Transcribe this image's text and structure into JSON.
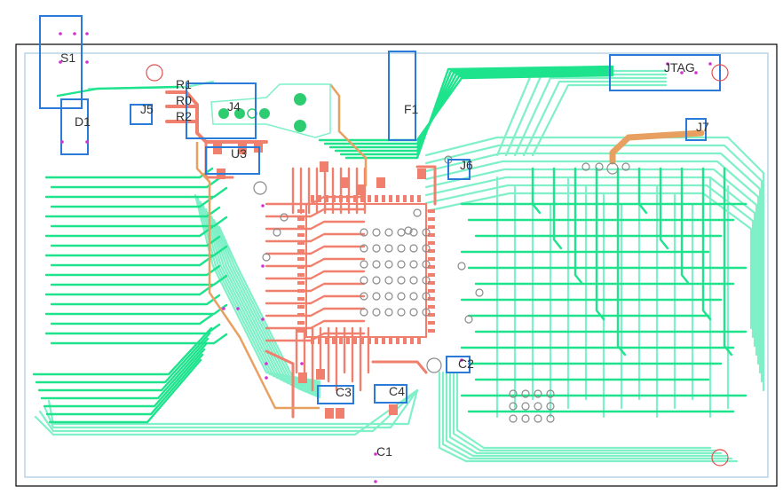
{
  "view": {
    "title": "",
    "colors": {
      "background": "#ffffff",
      "board_outline": "#000000",
      "inner_outline": "#b9d3e6",
      "top_trace": "#1ee38d",
      "inner_trace": "#7ff0c8",
      "bottom_trace": "#f07f6d",
      "power_trace": "#e8a060",
      "silkscreen_box": "#2a7bd8",
      "via": "#8a8a8a",
      "pin_dot": "#d431d4",
      "mount_hole": "#e05050",
      "pad": "#2ecc71"
    }
  },
  "components": {
    "S1": "S1",
    "D1": "D1",
    "R1": "R1",
    "R0": "R0",
    "R2": "R2",
    "J5": "J5",
    "J4": "J4",
    "U3": "U3",
    "F1": "F1",
    "J6": "J6",
    "JTAG": "JTAG",
    "J7": "J7",
    "C2": "C2",
    "C3": "C3",
    "C4": "C4",
    "C1": "C1"
  }
}
